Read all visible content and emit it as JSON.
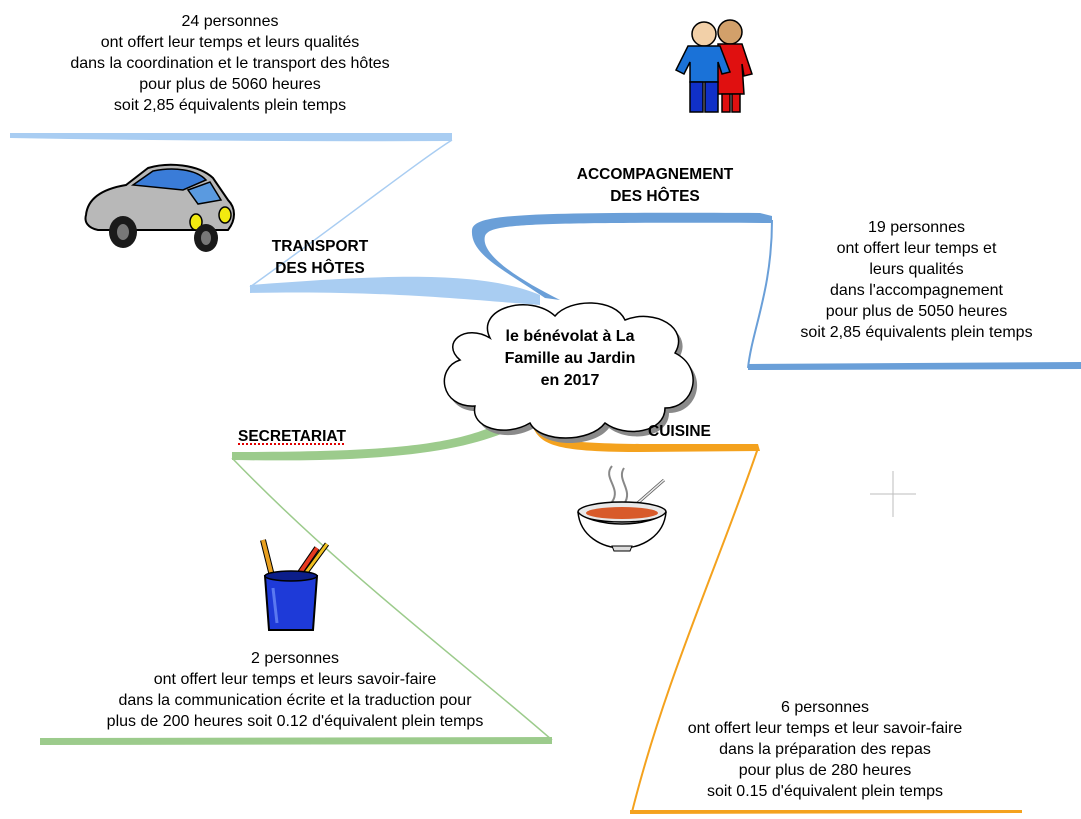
{
  "center": {
    "lines": [
      "le bénévolat à La",
      "Famille au Jardin",
      "en 2017"
    ]
  },
  "branches": {
    "transport": {
      "label_lines": [
        "TRANSPORT",
        "DES HÔTES"
      ],
      "icon": "car-icon",
      "color": "#a9cdf2",
      "description": [
        "24 personnes",
        "ont offert leur temps et leurs qualités",
        "dans la coordination et le transport des hôtes",
        "pour plus de 5060 heures",
        "soit 2,85 équivalents plein temps"
      ]
    },
    "accompagnement": {
      "label_lines": [
        "ACCOMPAGNEMENT",
        "DES HÔTES"
      ],
      "icon": "people-icon",
      "color": "#6a9fd8",
      "description": [
        "19 personnes",
        "ont offert leur temps et",
        "leurs qualités",
        "dans l'accompagnement",
        "pour plus de 5050 heures",
        "soit 2,85 équivalents plein temps"
      ]
    },
    "secretariat": {
      "label_lines": [
        "SECRETARIAT"
      ],
      "icon": "pencil-cup-icon",
      "color": "#9ccb8c",
      "description": [
        "2 personnes",
        "ont offert leur temps et leurs savoir-faire",
        "dans la communication écrite et la traduction pour",
        "plus de 200 heures soit 0.12 d'équivalent plein temps"
      ]
    },
    "cuisine": {
      "label_lines": [
        "CUISINE"
      ],
      "icon": "soup-bowl-icon",
      "color": "#f4a21e",
      "description": [
        "6 personnes",
        "ont offert leur temps et leur savoir-faire",
        "dans la préparation des repas",
        "pour plus de 280 heures",
        "soit 0.15 d'équivalent plein temps"
      ]
    }
  }
}
